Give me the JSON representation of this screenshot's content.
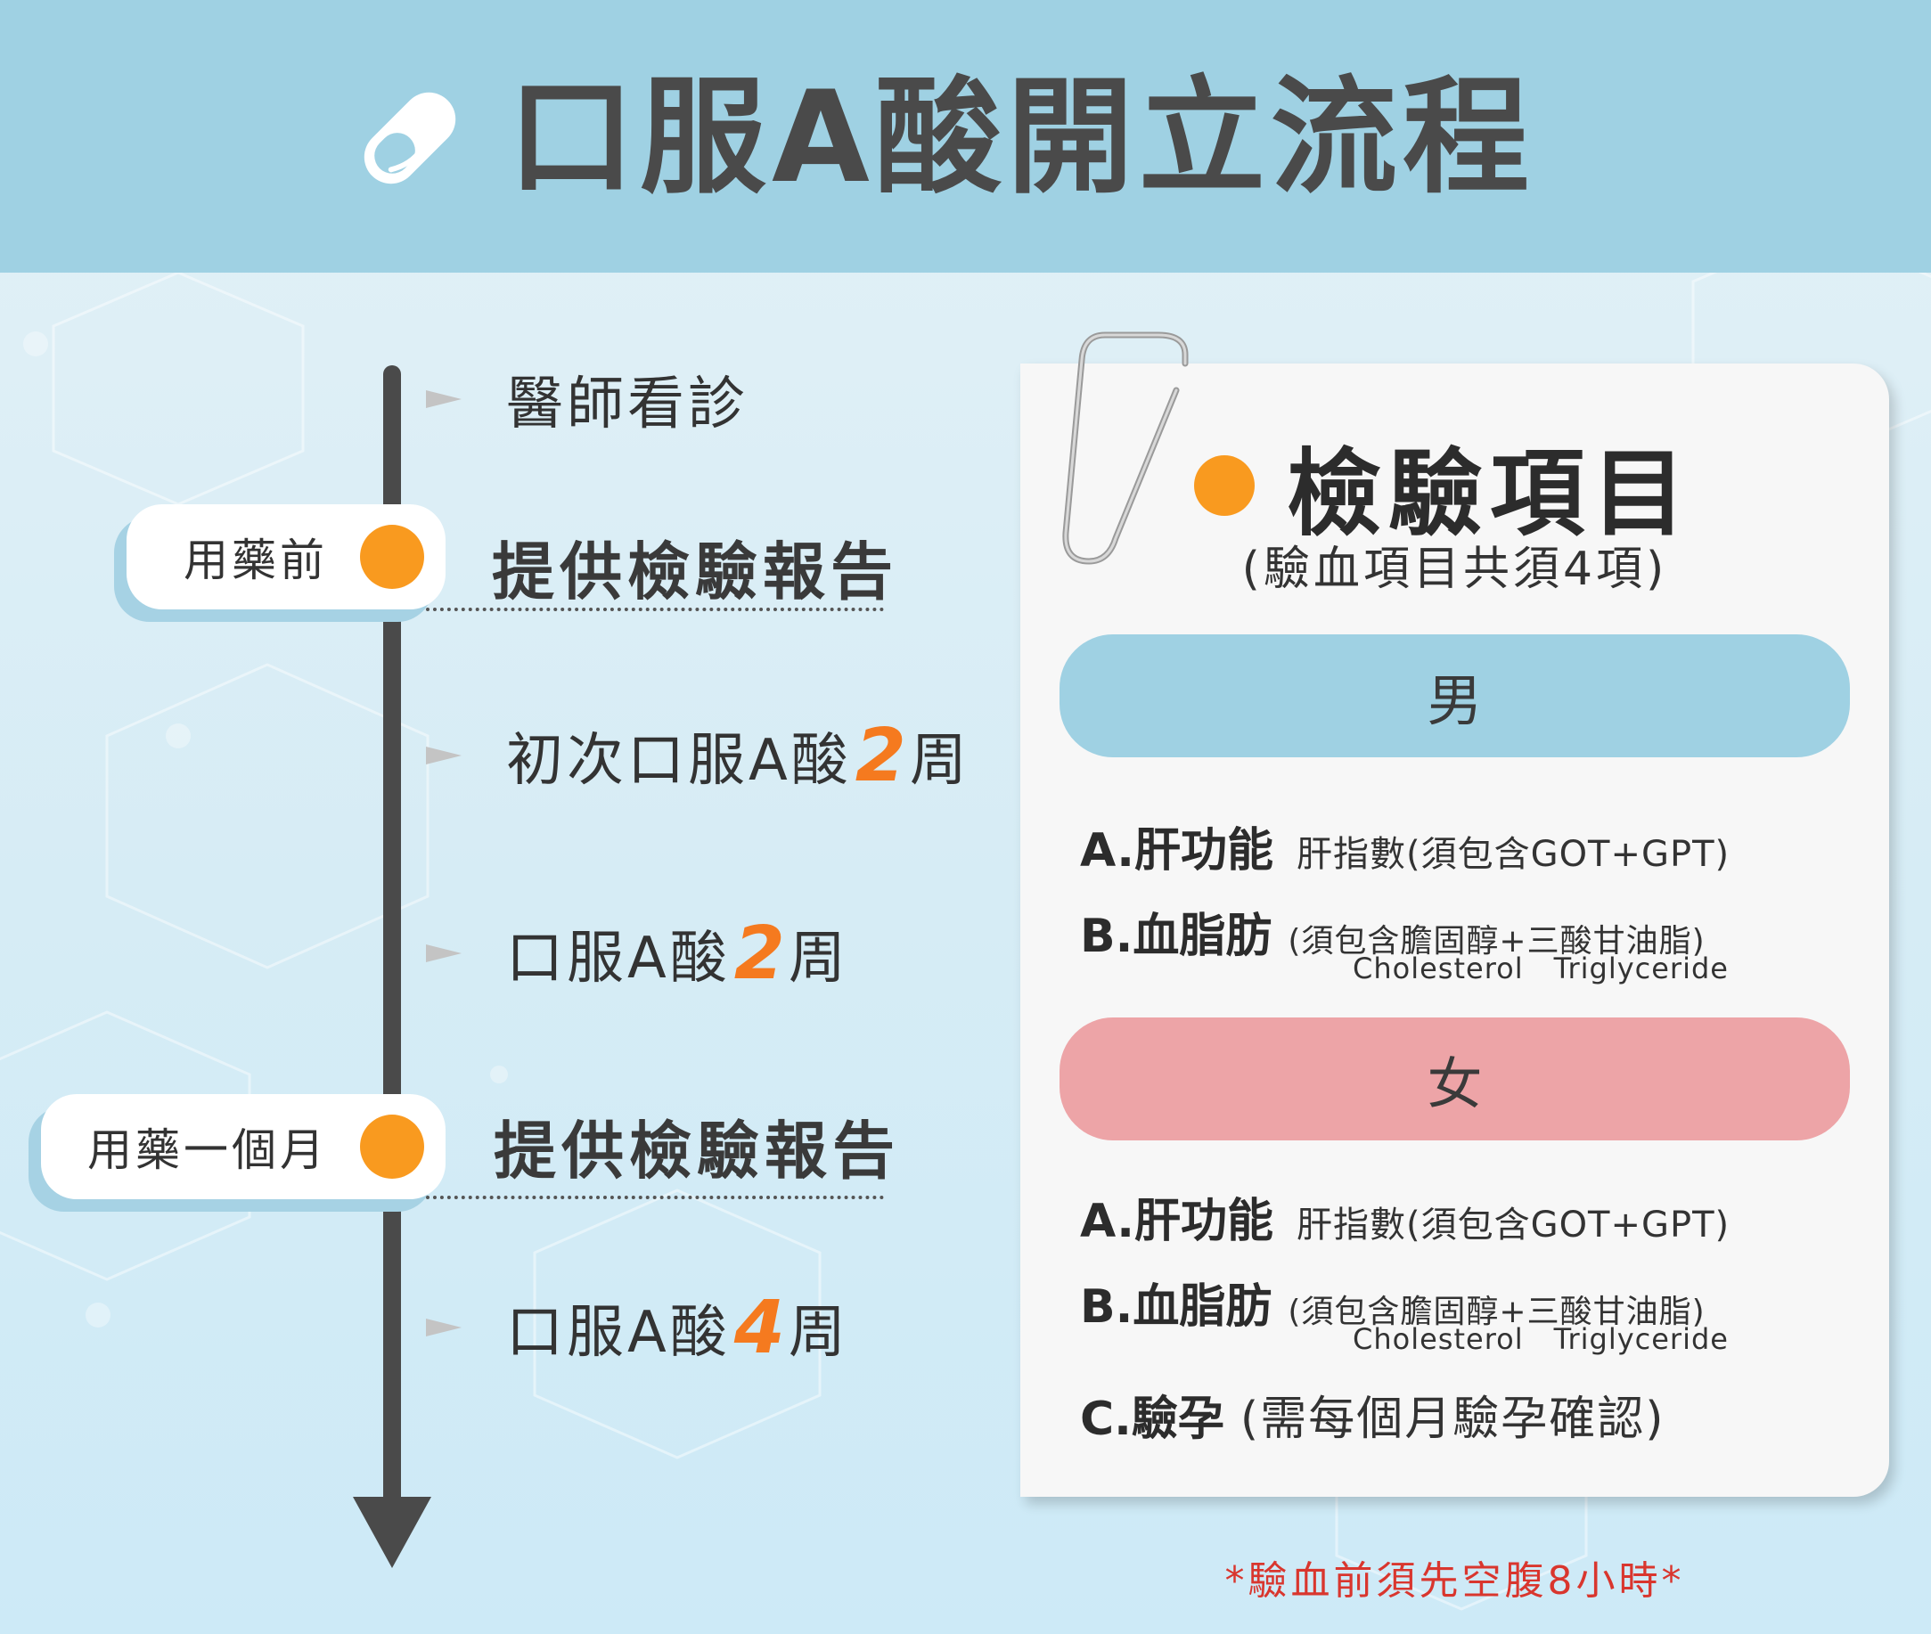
{
  "header": {
    "title": "口服A酸開立流程",
    "icon": "pill-icon"
  },
  "timeline": {
    "tags": [
      {
        "label": "用藥前"
      },
      {
        "label": "用藥一個月"
      }
    ],
    "steps": [
      {
        "text": "醫師看診"
      },
      {
        "text": "提供檢驗報告"
      },
      {
        "text_before": "初次口服A酸",
        "number": "2",
        "text_after": "周"
      },
      {
        "text_before": "口服A酸",
        "number": "2",
        "text_after": "周"
      },
      {
        "text": "提供檢驗報告"
      },
      {
        "text_before": "口服A酸",
        "number": "4",
        "text_after": "周"
      }
    ]
  },
  "card": {
    "title": "檢驗項目",
    "subtitle": "(驗血項目共須4項)",
    "male": {
      "label": "男",
      "items": [
        {
          "head": "A.肝功能",
          "desc": "肝指數(須包含GOT+GPT)"
        },
        {
          "head": "B.血脂肪",
          "desc": "(須包含膽固醇+三酸甘油脂)",
          "en1": "Cholesterol",
          "en2": "Triglyceride"
        }
      ]
    },
    "female": {
      "label": "女",
      "items": [
        {
          "head": "A.肝功能",
          "desc": "肝指數(須包含GOT+GPT)"
        },
        {
          "head": "B.血脂肪",
          "desc": "(須包含膽固醇+三酸甘油脂)",
          "en1": "Cholesterol",
          "en2": "Triglyceride"
        },
        {
          "head": "C.驗孕",
          "desc": "(需每個月驗孕確認)"
        }
      ]
    }
  },
  "note": "*驗血前須先空腹8小時*",
  "colors": {
    "header_bg": "#9fd1e3",
    "accent_orange": "#f99a1f",
    "number_orange": "#f57a1f",
    "male_band": "#9fd1e3",
    "female_band": "#eda4a7",
    "note_red": "#d9362e"
  }
}
